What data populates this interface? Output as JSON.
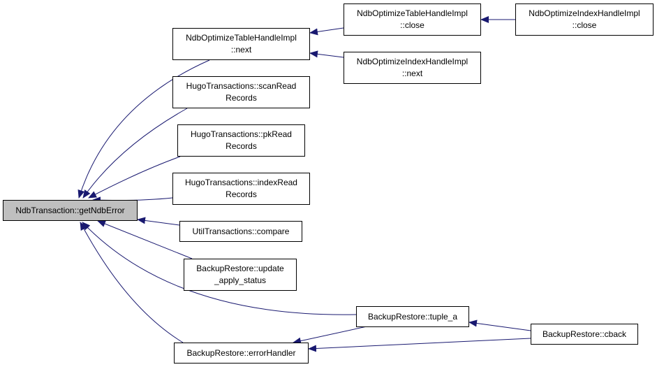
{
  "colors": {
    "edge": "#191970",
    "root_fill": "#bfbfbf",
    "node_fill": "#ffffff",
    "border": "#000000"
  },
  "nodes": {
    "root": {
      "lines": [
        "NdbTransaction::getNdbError"
      ]
    },
    "opt_table_next": {
      "lines": [
        "NdbOptimizeTableHandleImpl",
        "::next"
      ]
    },
    "opt_table_close": {
      "lines": [
        "NdbOptimizeTableHandleImpl",
        "::close"
      ]
    },
    "opt_index_close": {
      "lines": [
        "NdbOptimizeIndexHandleImpl",
        "::close"
      ]
    },
    "opt_index_next": {
      "lines": [
        "NdbOptimizeIndexHandleImpl",
        "::next"
      ]
    },
    "hugo_scan": {
      "lines": [
        "HugoTransactions::scanRead",
        "Records"
      ]
    },
    "hugo_pk": {
      "lines": [
        "HugoTransactions::pkRead",
        "Records"
      ]
    },
    "hugo_index": {
      "lines": [
        "HugoTransactions::indexRead",
        "Records"
      ]
    },
    "util_compare": {
      "lines": [
        "UtilTransactions::compare"
      ]
    },
    "backup_update": {
      "lines": [
        "BackupRestore::update",
        "_apply_status"
      ]
    },
    "backup_tuple": {
      "lines": [
        "BackupRestore::tuple_a"
      ]
    },
    "backup_cback": {
      "lines": [
        "BackupRestore::cback"
      ]
    },
    "backup_error": {
      "lines": [
        "BackupRestore::errorHandler"
      ]
    }
  },
  "edges": [
    {
      "from": "opt_table_next",
      "to": "root"
    },
    {
      "from": "hugo_scan",
      "to": "root"
    },
    {
      "from": "hugo_pk",
      "to": "root"
    },
    {
      "from": "hugo_index",
      "to": "root"
    },
    {
      "from": "util_compare",
      "to": "root"
    },
    {
      "from": "backup_update",
      "to": "root"
    },
    {
      "from": "backup_tuple",
      "to": "root"
    },
    {
      "from": "backup_error",
      "to": "root"
    },
    {
      "from": "opt_table_close",
      "to": "opt_table_next"
    },
    {
      "from": "opt_index_next",
      "to": "opt_table_next"
    },
    {
      "from": "opt_index_close",
      "to": "opt_table_close"
    },
    {
      "from": "backup_cback",
      "to": "backup_tuple"
    },
    {
      "from": "backup_cback",
      "to": "backup_error"
    },
    {
      "from": "backup_tuple",
      "to": "backup_error"
    }
  ]
}
